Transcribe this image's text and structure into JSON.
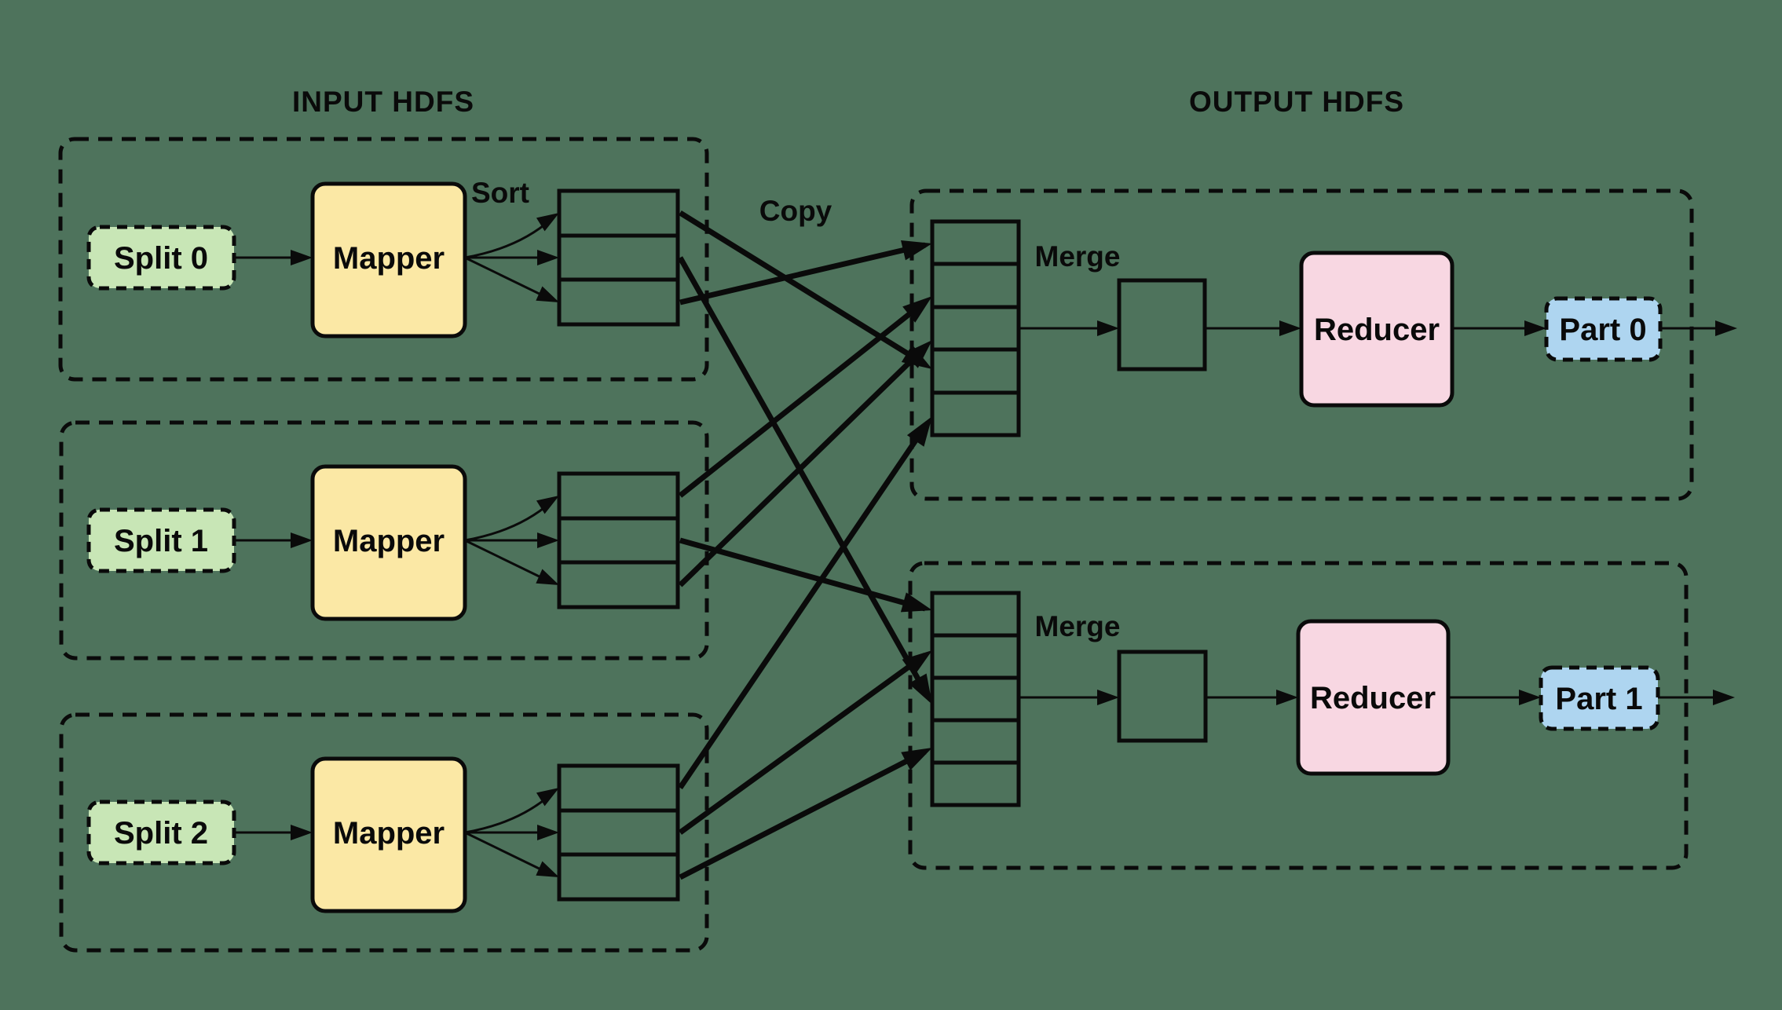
{
  "diagram_type": "mapreduce-data-flow",
  "background_color": "#4E735C",
  "colors": {
    "split_fill": "#C8E6B6",
    "mapper_fill": "#FBE8A5",
    "reducer_fill": "#F8D7E2",
    "part_fill": "#AED5F0",
    "line": "#0A0A0A"
  },
  "titles": {
    "input": "INPUT HDFS",
    "output": "OUTPUT HDFS"
  },
  "stage_labels": {
    "sort": "Sort",
    "copy": "Copy"
  },
  "input_groups": [
    {
      "split_label": "Split 0",
      "mapper_label": "Mapper",
      "sort_cells": 3
    },
    {
      "split_label": "Split 1",
      "mapper_label": "Mapper",
      "sort_cells": 3
    },
    {
      "split_label": "Split 2",
      "mapper_label": "Mapper",
      "sort_cells": 3
    }
  ],
  "output_groups": [
    {
      "merge_label": "Merge",
      "reducer_label": "Reducer",
      "part_label": "Part 0",
      "merge_cells": 5
    },
    {
      "merge_label": "Merge",
      "reducer_label": "Reducer",
      "part_label": "Part 1",
      "merge_cells": 5
    }
  ],
  "connections": [
    {
      "from": "sort-0-partition-0",
      "to": "merge-0"
    },
    {
      "from": "sort-0-partition-1",
      "to": "merge-1"
    },
    {
      "from": "sort-0-partition-2",
      "to": "merge-0"
    },
    {
      "from": "sort-1-partition-0",
      "to": "merge-0"
    },
    {
      "from": "sort-1-partition-1",
      "to": "merge-1"
    },
    {
      "from": "sort-1-partition-2",
      "to": "merge-0"
    },
    {
      "from": "sort-2-partition-0",
      "to": "merge-0"
    },
    {
      "from": "sort-2-partition-1",
      "to": "merge-1"
    },
    {
      "from": "sort-2-partition-2",
      "to": "merge-1"
    }
  ]
}
